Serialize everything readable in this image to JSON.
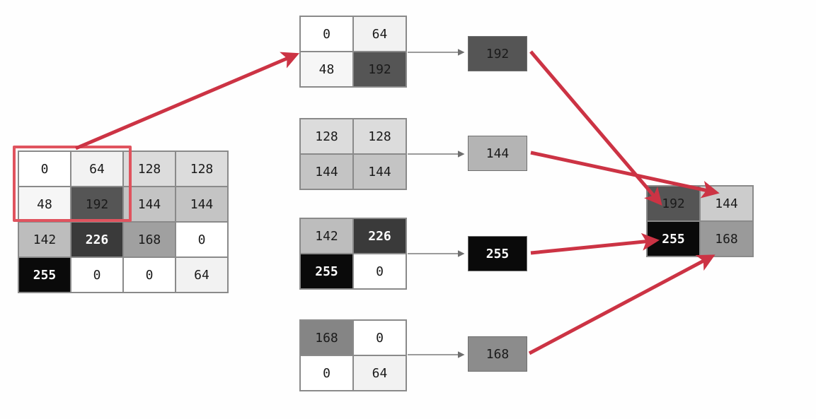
{
  "diagram": {
    "title": "max-pooling-diagram",
    "background_color": "#fefefe",
    "accent_color": "#cc3344",
    "highlight_color": "#e0535e",
    "connector_color": "#7a7a7a"
  },
  "source_matrix": {
    "name": "input-feature-map",
    "rows": 4,
    "cols": 4,
    "values": [
      [
        0,
        64,
        128,
        128
      ],
      [
        48,
        192,
        144,
        144
      ],
      [
        142,
        226,
        168,
        0
      ],
      [
        255,
        0,
        0,
        64
      ]
    ],
    "shades": [
      [
        "#ffffff",
        "#f2f2f2",
        "#dcdcdc",
        "#dcdcdc"
      ],
      [
        "#f6f6f6",
        "#555555",
        "#c4c4c4",
        "#c4c4c4"
      ],
      [
        "#bdbdbd",
        "#3a3a3a",
        "#a0a0a0",
        "#ffffff"
      ],
      [
        "#0a0a0a",
        "#ffffff",
        "#ffffff",
        "#f2f2f2"
      ]
    ],
    "text_light": [
      [
        false,
        false,
        false,
        false
      ],
      [
        false,
        false,
        false,
        false
      ],
      [
        false,
        true,
        false,
        false
      ],
      [
        true,
        false,
        false,
        false
      ]
    ]
  },
  "highlight": {
    "name": "pooling-window-highlight",
    "covers": "top-left 2x2 window"
  },
  "patches": [
    {
      "name": "patch-window-1",
      "values": [
        [
          0,
          64
        ],
        [
          48,
          192
        ]
      ],
      "shades": [
        [
          "#ffffff",
          "#f2f2f2"
        ],
        [
          "#f6f6f6",
          "#555555"
        ]
      ],
      "text_light": [
        [
          false,
          false
        ],
        [
          false,
          false
        ]
      ],
      "max_value": 192,
      "max_shade": "#555555",
      "max_text_light": false
    },
    {
      "name": "patch-window-2",
      "values": [
        [
          128,
          128
        ],
        [
          144,
          144
        ]
      ],
      "shades": [
        [
          "#dcdcdc",
          "#dcdcdc"
        ],
        [
          "#c4c4c4",
          "#c4c4c4"
        ]
      ],
      "text_light": [
        [
          false,
          false
        ],
        [
          false,
          false
        ]
      ],
      "max_value": 144,
      "max_shade": "#b4b4b4",
      "max_text_light": false
    },
    {
      "name": "patch-window-3",
      "values": [
        [
          142,
          226
        ],
        [
          255,
          0
        ]
      ],
      "shades": [
        [
          "#bdbdbd",
          "#3a3a3a"
        ],
        [
          "#0a0a0a",
          "#ffffff"
        ]
      ],
      "text_light": [
        [
          false,
          true
        ],
        [
          true,
          false
        ]
      ],
      "max_value": 255,
      "max_shade": "#0a0a0a",
      "max_text_light": true
    },
    {
      "name": "patch-window-4",
      "values": [
        [
          168,
          0
        ],
        [
          0,
          64
        ]
      ],
      "shades": [
        [
          "#858585",
          "#ffffff"
        ],
        [
          "#ffffff",
          "#f2f2f2"
        ]
      ],
      "text_light": [
        [
          false,
          false
        ],
        [
          false,
          false
        ]
      ],
      "max_value": 168,
      "max_shade": "#8c8c8c",
      "max_text_light": false
    }
  ],
  "output_matrix": {
    "name": "pooled-output",
    "rows": 2,
    "cols": 2,
    "values": [
      [
        192,
        144
      ],
      [
        255,
        168
      ]
    ],
    "shades": [
      [
        "#555555",
        "#cccccc"
      ],
      [
        "#0a0a0a",
        "#9a9a9a"
      ]
    ],
    "text_light": [
      [
        false,
        false
      ],
      [
        true,
        false
      ]
    ]
  }
}
